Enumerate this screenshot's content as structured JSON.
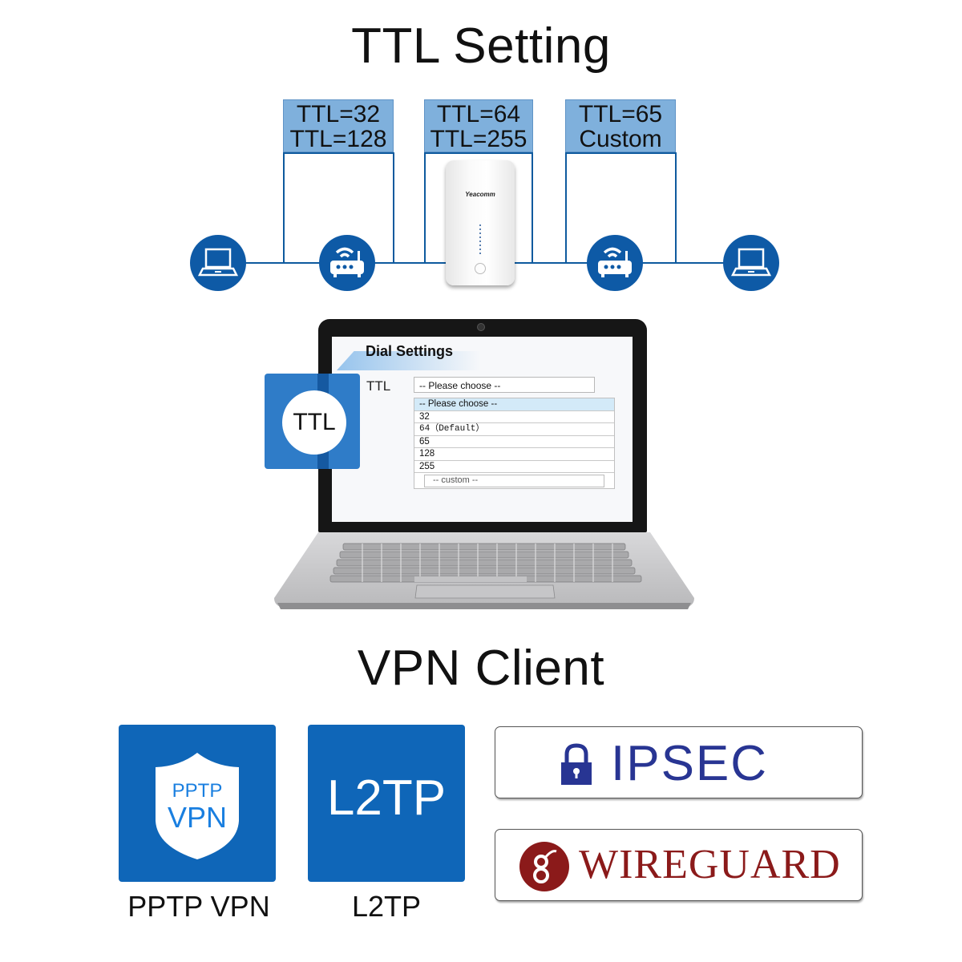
{
  "ttl_section": {
    "title": "TTL Setting",
    "labels": [
      {
        "line1": "TTL=32",
        "line2": "TTL=128"
      },
      {
        "line1": "TTL=64",
        "line2": "TTL=255"
      },
      {
        "line1": "TTL=65",
        "line2": "Custom"
      }
    ],
    "device_brand": "Yeacomm",
    "nodes": [
      "laptop-icon",
      "router-icon",
      "router-icon",
      "laptop-icon"
    ]
  },
  "laptop_screen": {
    "heading": "Dial Settings",
    "field_label": "TTL",
    "select_value": "-- Please choose --",
    "options": [
      "-- Please choose --",
      "32",
      "64（Default）",
      "65",
      "128",
      "255"
    ],
    "custom_placeholder": "-- custom --",
    "badge_label": "TTL"
  },
  "vpn_section": {
    "title": "VPN Client",
    "tiles": [
      {
        "icon_line1": "PPTP",
        "icon_line2": "VPN",
        "caption": "PPTP VPN"
      },
      {
        "icon_text": "L2TP",
        "caption": "L2TP"
      }
    ],
    "logos": [
      {
        "text": "IPSEC",
        "color": "#283593",
        "icon": "padlock-icon"
      },
      {
        "text": "WireGuard",
        "color": "#8b1a1a",
        "icon": "wireguard-dragon-icon"
      }
    ]
  },
  "colors": {
    "accent_blue": "#0f66b8",
    "label_blue": "#7fb0dc",
    "line_blue": "#0e5a9e"
  }
}
